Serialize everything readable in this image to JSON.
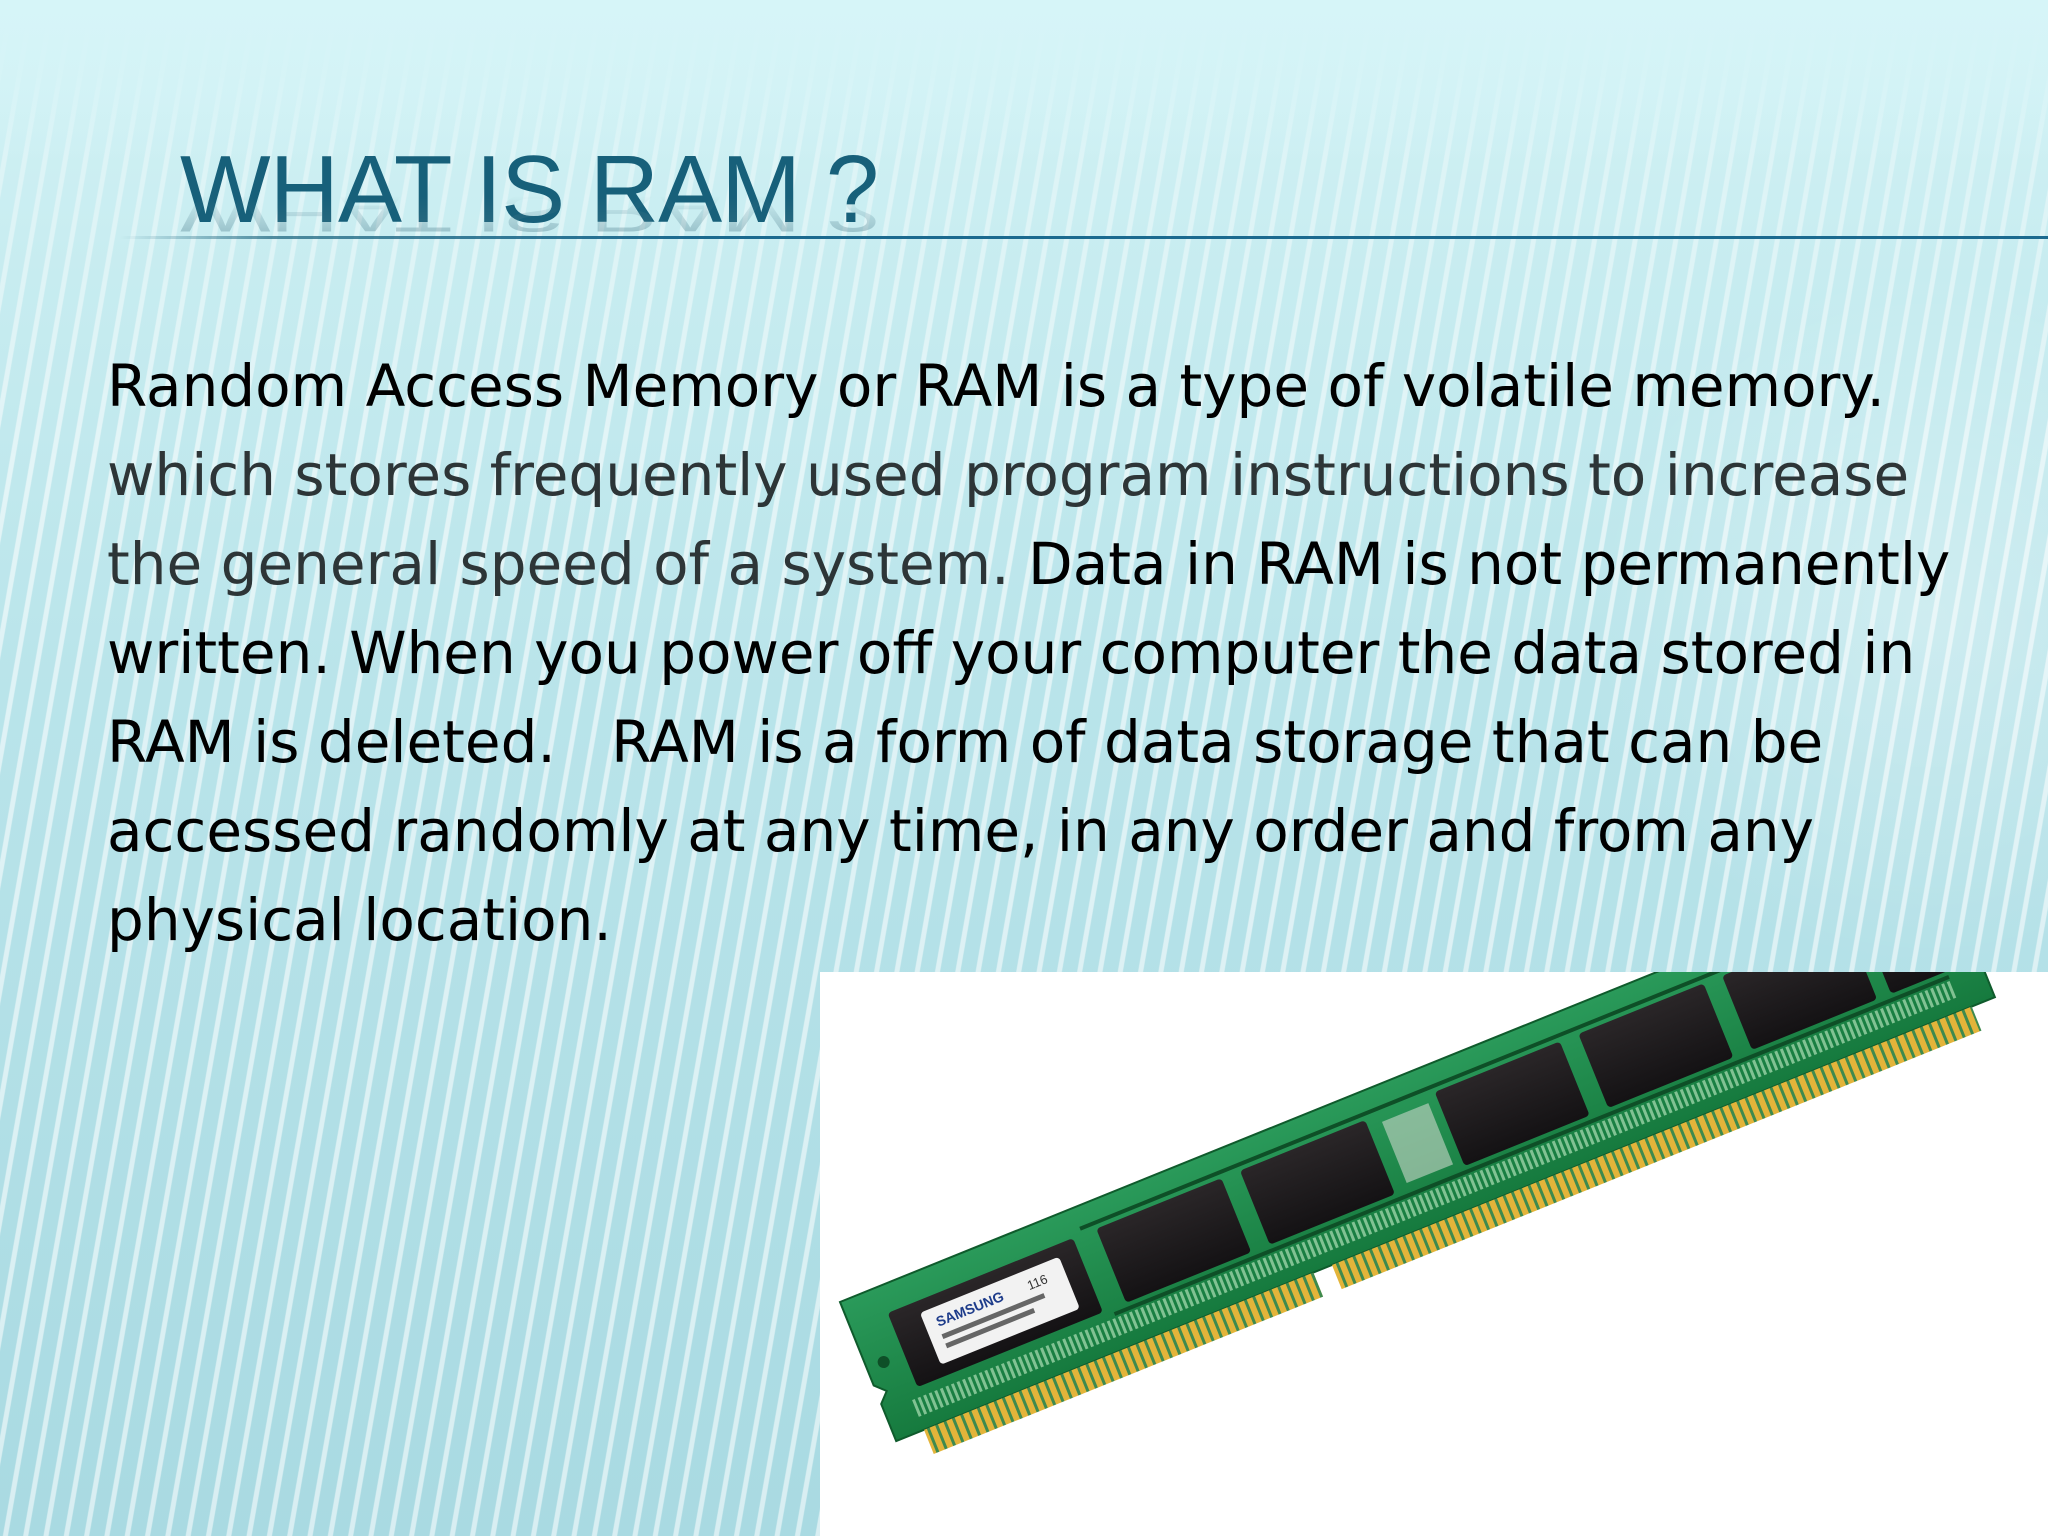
{
  "slide": {
    "title": "WHAT IS RAM ?",
    "paragraph": {
      "part1": "Random Access Memory or RAM is a type of volatile memory.",
      "part2": "which stores frequently used program instructions to increase the general speed of a system.",
      "part3": "Data in RAM is not permanently written. When you power off your computer the data stored in RAM is deleted.",
      "part4": "RAM is a form of data storage that can be accessed randomly at any time, in any order and from any physical location."
    },
    "image": {
      "subject": "ram-memory-module",
      "label_brand": "SAMSUNG",
      "label_code": "116"
    }
  },
  "colors": {
    "title": "#17607a",
    "rule": "#1b6a8f",
    "background": "#c7ecf0",
    "pcb_green": "#1f8a4c",
    "chip_black": "#1b1b1d",
    "gold_pins": "#d9a92a"
  }
}
